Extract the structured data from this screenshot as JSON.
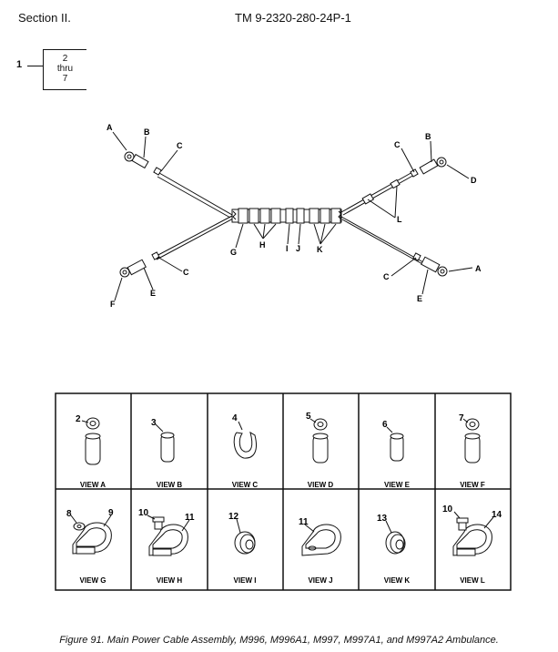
{
  "header": {
    "section": "Section II.",
    "tm_number": "TM 9-2320-280-24P-1"
  },
  "stack_box": {
    "ref": "1",
    "lines": [
      "2",
      "thru",
      "7"
    ]
  },
  "cable_labels": [
    "A",
    "B",
    "C",
    "D",
    "E",
    "F",
    "G",
    "H",
    "I",
    "J",
    "K",
    "L"
  ],
  "views": [
    {
      "title": "VIEW A",
      "callouts": [
        "2"
      ]
    },
    {
      "title": "VIEW B",
      "callouts": [
        "3"
      ]
    },
    {
      "title": "VIEW C",
      "callouts": [
        "4"
      ]
    },
    {
      "title": "VIEW D",
      "callouts": [
        "5"
      ]
    },
    {
      "title": "VIEW E",
      "callouts": [
        "6"
      ]
    },
    {
      "title": "VIEW F",
      "callouts": [
        "7"
      ]
    },
    {
      "title": "VIEW G",
      "callouts": [
        "8",
        "9"
      ]
    },
    {
      "title": "VIEW H",
      "callouts": [
        "10",
        "11"
      ]
    },
    {
      "title": "VIEW I",
      "callouts": [
        "12"
      ]
    },
    {
      "title": "VIEW J",
      "callouts": [
        "11"
      ]
    },
    {
      "title": "VIEW K",
      "callouts": [
        "13"
      ]
    },
    {
      "title": "VIEW L",
      "callouts": [
        "10",
        "14"
      ]
    }
  ],
  "caption": "Figure 91.  Main Power Cable Assembly, M996, M996A1, M997, M997A1, and M997A2 Ambulance."
}
